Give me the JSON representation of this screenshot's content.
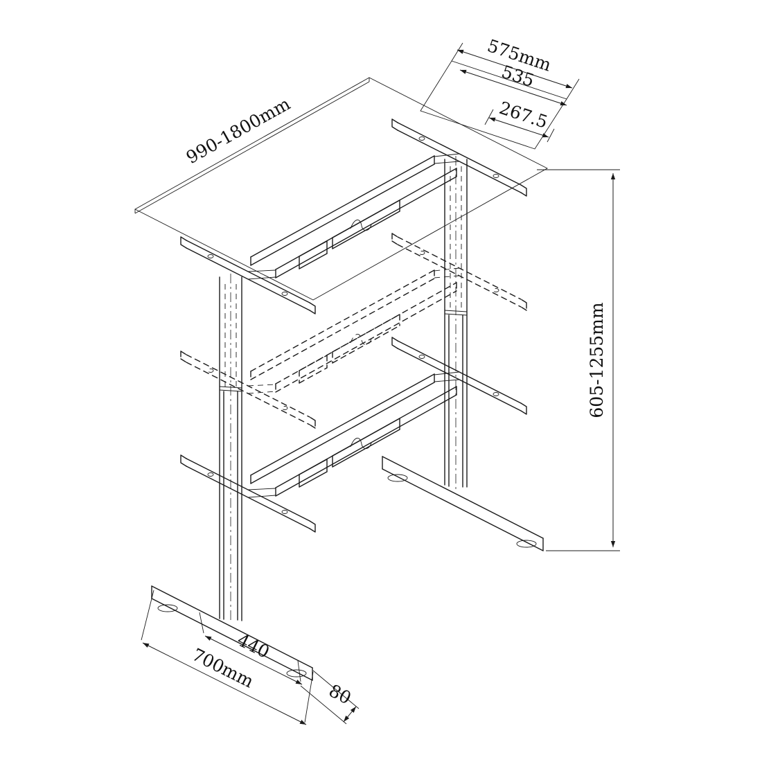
{
  "drawing": {
    "line_color": "#1a1a1a",
    "background_color": "#ffffff",
    "labels": {
      "desk_width_range": "990-1800mm",
      "height_range": "605-1255mm",
      "top_bracket_length": "575mm",
      "top_bracket_inner": "535",
      "top_bracket_half": "267.5",
      "foot_length": "700mm",
      "foot_pad_spacing": "440",
      "foot_width": "80"
    }
  }
}
